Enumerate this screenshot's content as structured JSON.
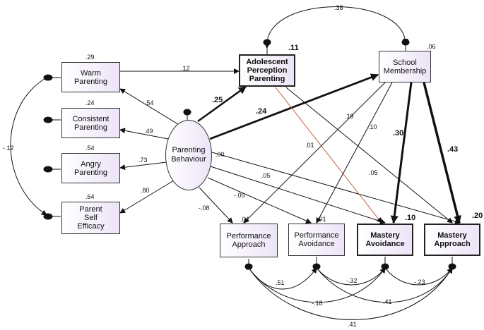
{
  "nodes": {
    "warm": {
      "label": "Warm\nParenting",
      "r2": ".29"
    },
    "consistent": {
      "label": "Consistent\nParenting",
      "r2": ".24"
    },
    "angry": {
      "label": "Angry\nParenting",
      "r2": ".54"
    },
    "efficacy": {
      "label": "Parent\nSelf\nEfficacy",
      "r2": ".64"
    },
    "pb": {
      "label": "Parenting\nBehaviour"
    },
    "app": {
      "label": "Adolescent\nPerception\nParenting",
      "r2": ".11"
    },
    "school": {
      "label": "School\nMembership",
      "r2": ".06"
    },
    "perf_app": {
      "label": "Performance\nApproach",
      "r2": ".04"
    },
    "perf_av": {
      "label": "Performance\nAvoidance",
      "r2": ".01"
    },
    "mast_av": {
      "label": "Mastery\nAvoidance",
      "r2": ".10"
    },
    "mast_app": {
      "label": "Mastery\nApproach",
      "r2": ".20"
    }
  },
  "paths": {
    "pb_warm": ".54",
    "pb_consistent": ".49",
    "pb_angry": ".73",
    "pb_efficacy": ".80",
    "warm_app": ".12",
    "pb_app": ".25",
    "pb_school": ".24",
    "pb_perf_app": "-.08",
    "pb_perf_av": "-.05",
    "pb_mast_av": ".05",
    "pb_mast_app": ".00",
    "app_mast_av": ".01",
    "app_mast_app": ".05",
    "school_perf_app": ".19",
    "school_perf_av": ".10",
    "school_mast_av": ".30",
    "school_mast_app": ".43"
  },
  "correlations": {
    "app_school": ".38",
    "warm_efficacy": "-.12",
    "pa_pav": ".51",
    "pav_mav": "-.32",
    "mav_mapp": "-.23",
    "pa_mav": "-.18",
    "pav_mapp": ".41",
    "pa_mapp": ".41"
  }
}
